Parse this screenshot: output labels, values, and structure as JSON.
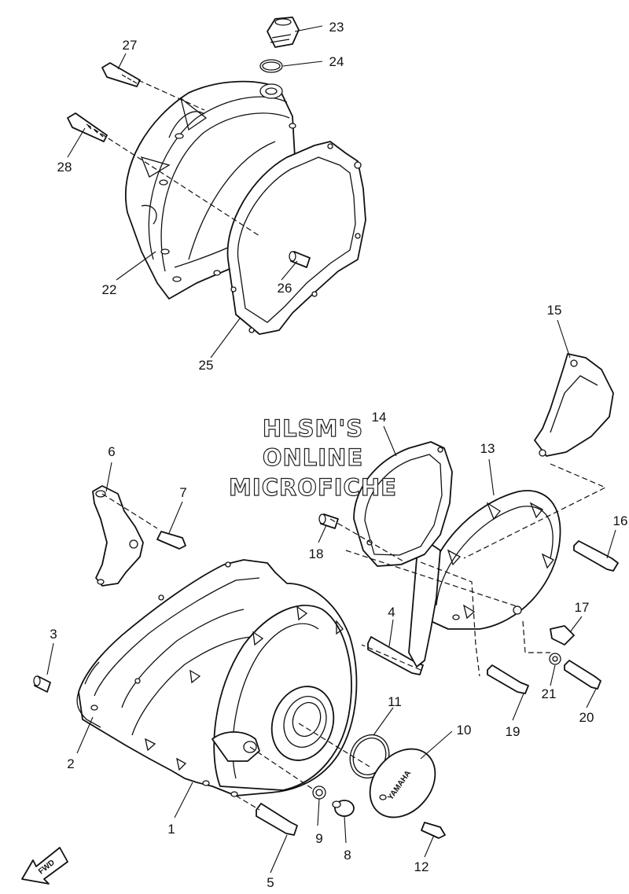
{
  "callouts": {
    "p1": "1",
    "p2": "2",
    "p3": "3",
    "p4": "4",
    "p5": "5",
    "p6": "6",
    "p7": "7",
    "p8": "8",
    "p9": "9",
    "p10": "10",
    "p11": "11",
    "p12": "12",
    "p13": "13",
    "p14": "14",
    "p15": "15",
    "p16": "16",
    "p17": "17",
    "p18": "18",
    "p19": "19",
    "p20": "20",
    "p21": "21",
    "p22": "22",
    "p23": "23",
    "p24": "24",
    "p25": "25",
    "p26": "26",
    "p27": "27",
    "p28": "28"
  },
  "watermark": {
    "line1": "HLSM'S",
    "line2": "ONLINE",
    "line3": "MICROFICHE"
  },
  "direction_arrow": {
    "label": "FWD"
  },
  "cover_emblem": {
    "text": "YAMAHA"
  }
}
